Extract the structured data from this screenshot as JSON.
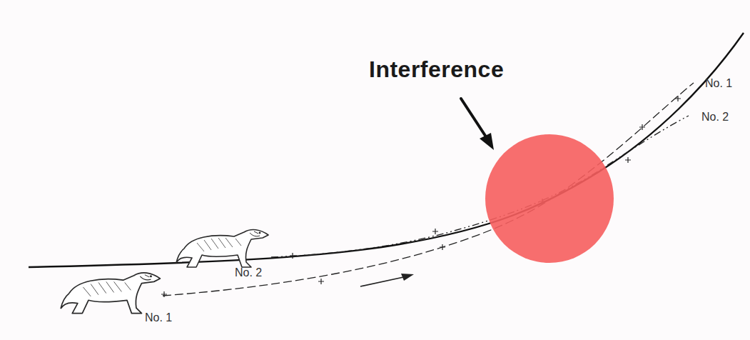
{
  "diagram": {
    "labels": [
      "Interference",
      "No. 1",
      "No. 2",
      "No. 2",
      "No. 1"
    ]
  }
}
